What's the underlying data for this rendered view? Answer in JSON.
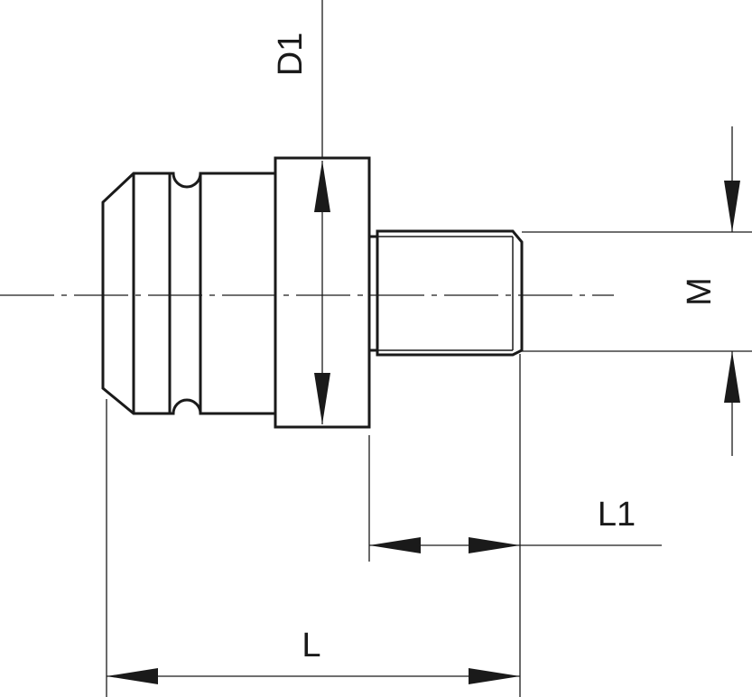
{
  "labels": {
    "d1": "D1",
    "m": "M",
    "l1": "L1",
    "l": "L"
  },
  "colors": {
    "ink": "#1a1a1a",
    "background": "#ffffff"
  }
}
